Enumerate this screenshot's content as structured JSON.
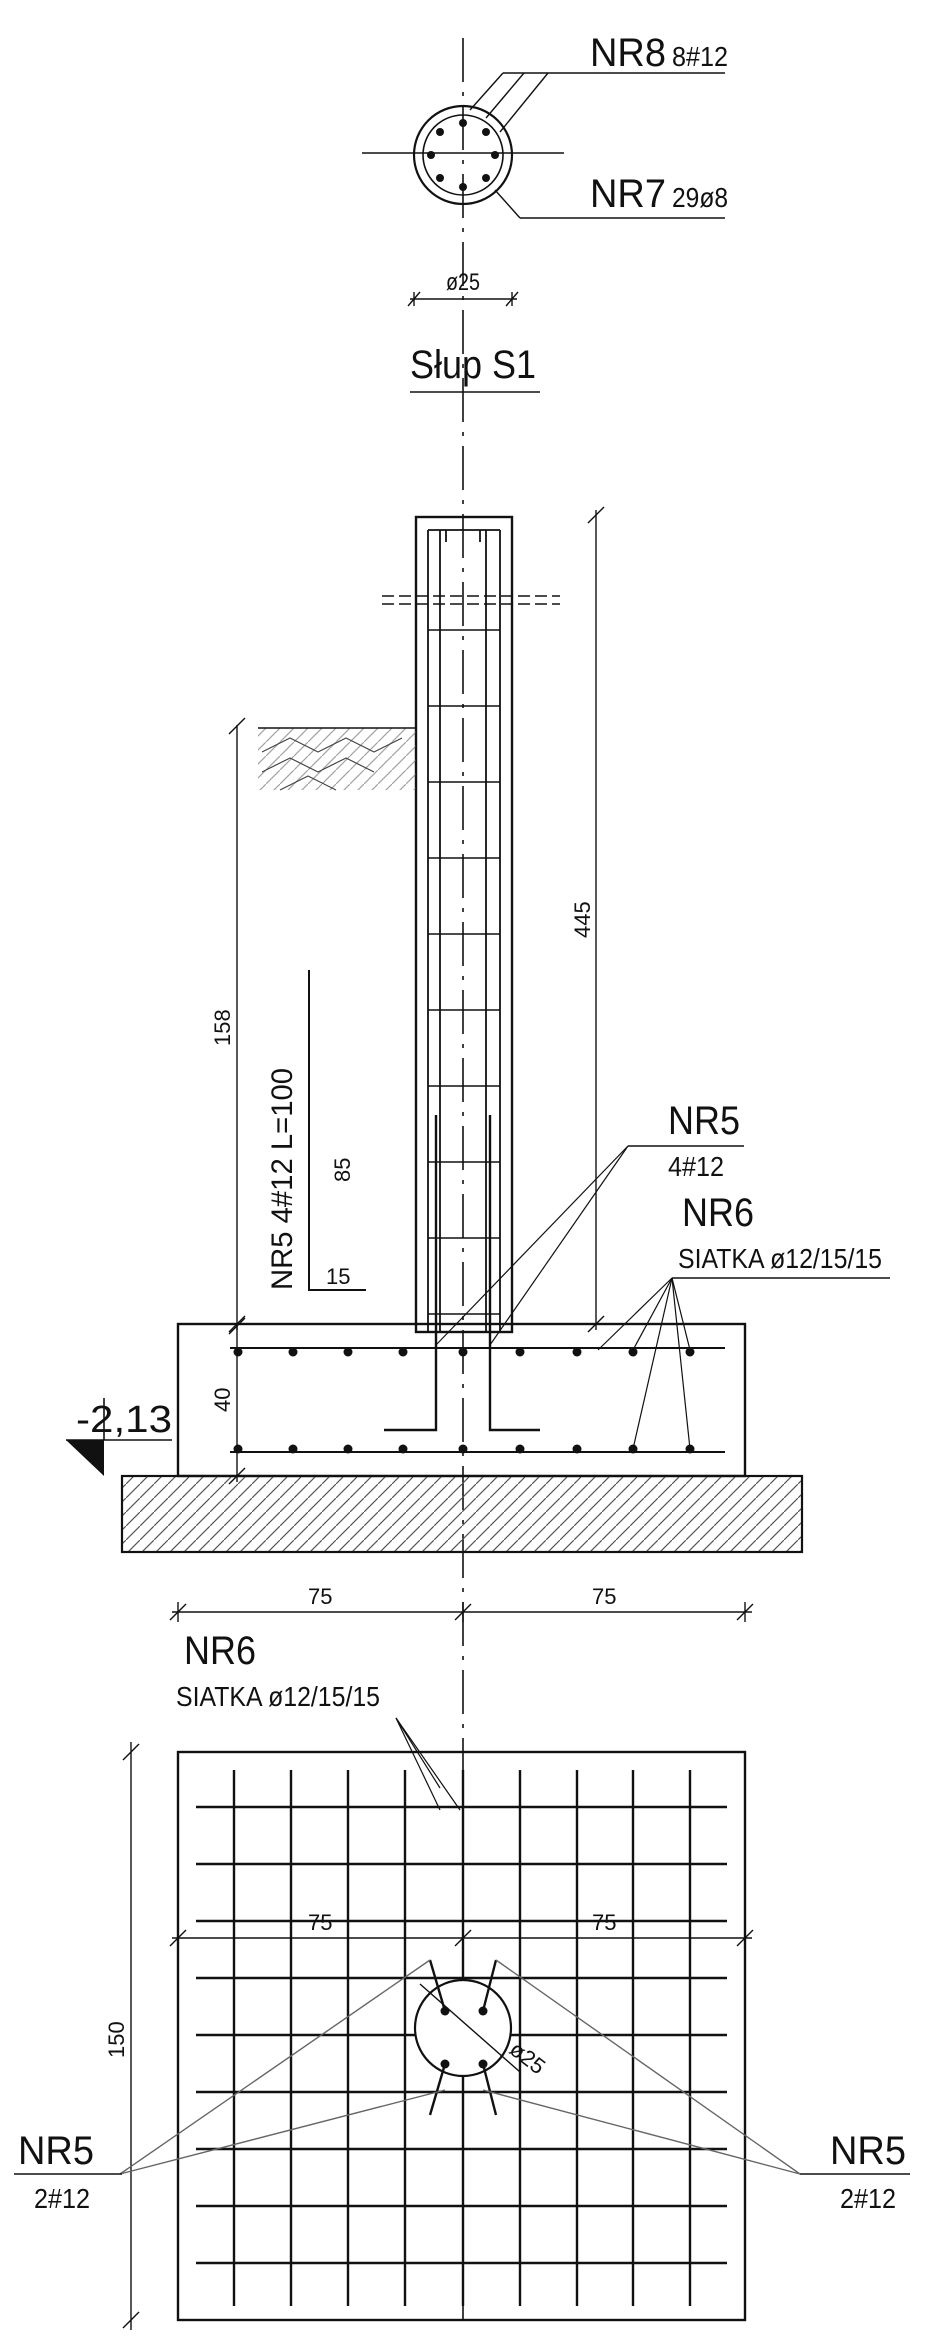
{
  "title": "Słup S1",
  "colors": {
    "ink": "#111111",
    "leader": "#6b6b6b",
    "hatch": "#555555"
  },
  "column_section": {
    "nr8": {
      "mark": "NR8",
      "spec": "8#12"
    },
    "nr7": {
      "mark": "NR7",
      "spec": "29ø8"
    },
    "diameter": "ø25"
  },
  "elevation": {
    "dims": {
      "height_above_ground": "158",
      "column_height": "445",
      "footing_thickness": "40",
      "half_width_left": "75",
      "half_width_right": "75"
    },
    "level": "-2,13",
    "nr5_detail": {
      "label": "NR5 4#12 L=100",
      "leg": "85",
      "hook": "15"
    },
    "nr5": {
      "mark": "NR5",
      "spec": "4#12"
    },
    "nr6": {
      "mark": "NR6",
      "spec": "SIATKA ø12/15/15"
    }
  },
  "plan": {
    "nr6": {
      "mark": "NR6",
      "spec": "SIATKA ø12/15/15"
    },
    "dims": {
      "half_width_left": "75",
      "half_width_right": "75",
      "side": "150",
      "column_diameter": "ø25"
    },
    "nr5_left": {
      "mark": "NR5",
      "spec": "2#12"
    },
    "nr5_right": {
      "mark": "NR5",
      "spec": "2#12"
    }
  }
}
